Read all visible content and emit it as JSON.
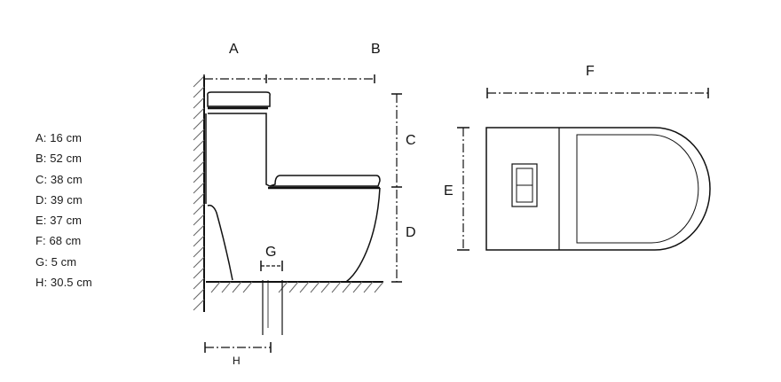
{
  "legend": [
    {
      "key": "A",
      "text": "A: 16 cm"
    },
    {
      "key": "B",
      "text": "B: 52 cm"
    },
    {
      "key": "C",
      "text": "C: 38 cm"
    },
    {
      "key": "D",
      "text": "D: 39 cm"
    },
    {
      "key": "E",
      "text": "E: 37 cm"
    },
    {
      "key": "F",
      "text": "F: 68 cm"
    },
    {
      "key": "G",
      "text": "G: 5 cm"
    },
    {
      "key": "H",
      "text": "H: 30.5 cm"
    }
  ],
  "labels": {
    "A": "A",
    "B": "B",
    "C": "C",
    "D": "D",
    "E": "E",
    "F": "F",
    "G": "G",
    "H": "H"
  },
  "colors": {
    "line": "#111111",
    "hatch": "#555555"
  }
}
